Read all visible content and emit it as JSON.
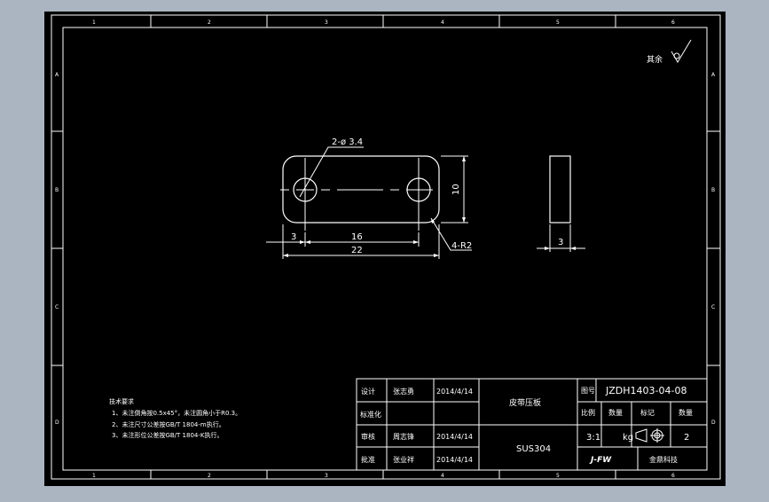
{
  "app": {
    "background_color": "#abb5c2",
    "sheet_color": "#000000",
    "line_color": "#ffffff"
  },
  "frame": {
    "cols": [
      "1",
      "2",
      "3",
      "4",
      "5",
      "6"
    ],
    "rows": [
      "A",
      "B",
      "C",
      "D"
    ]
  },
  "surface_finish": {
    "label": "其余"
  },
  "drawing": {
    "hole_label": "2-ø 3.4",
    "dim_height": "10",
    "dim_edge": "3",
    "dim_hole_spacing": "16",
    "dim_length": "22",
    "radius_label": "4-R2",
    "dim_thickness": "3"
  },
  "tech_req": {
    "title": "技术要求",
    "lines": [
      "1、未注倒角按0.5x45°，未注圆角小于R0.3。",
      "2、未注尺寸公差按GB/T 1804-m执行。",
      "3、未注形位公差按GB/T 1804-K执行。"
    ]
  },
  "title_block": {
    "row_labels": [
      "设计",
      "标准化",
      "审核",
      "批准"
    ],
    "names": [
      "张志勇",
      "",
      "周志锋",
      "张业祥"
    ],
    "dates": [
      "2014/4/14",
      "",
      "2014/4/14",
      "2014/4/14"
    ],
    "part_name": "皮带压板",
    "material": "SUS304",
    "drawing_no_label": "图号",
    "drawing_no": "JZDH1403-04-08",
    "headers": [
      "比例",
      "数量",
      "标记",
      "数量"
    ],
    "scale": "3:1",
    "unit": "kg",
    "qty": "2",
    "company_logo": "J-FW",
    "company": "金鼎科技"
  }
}
